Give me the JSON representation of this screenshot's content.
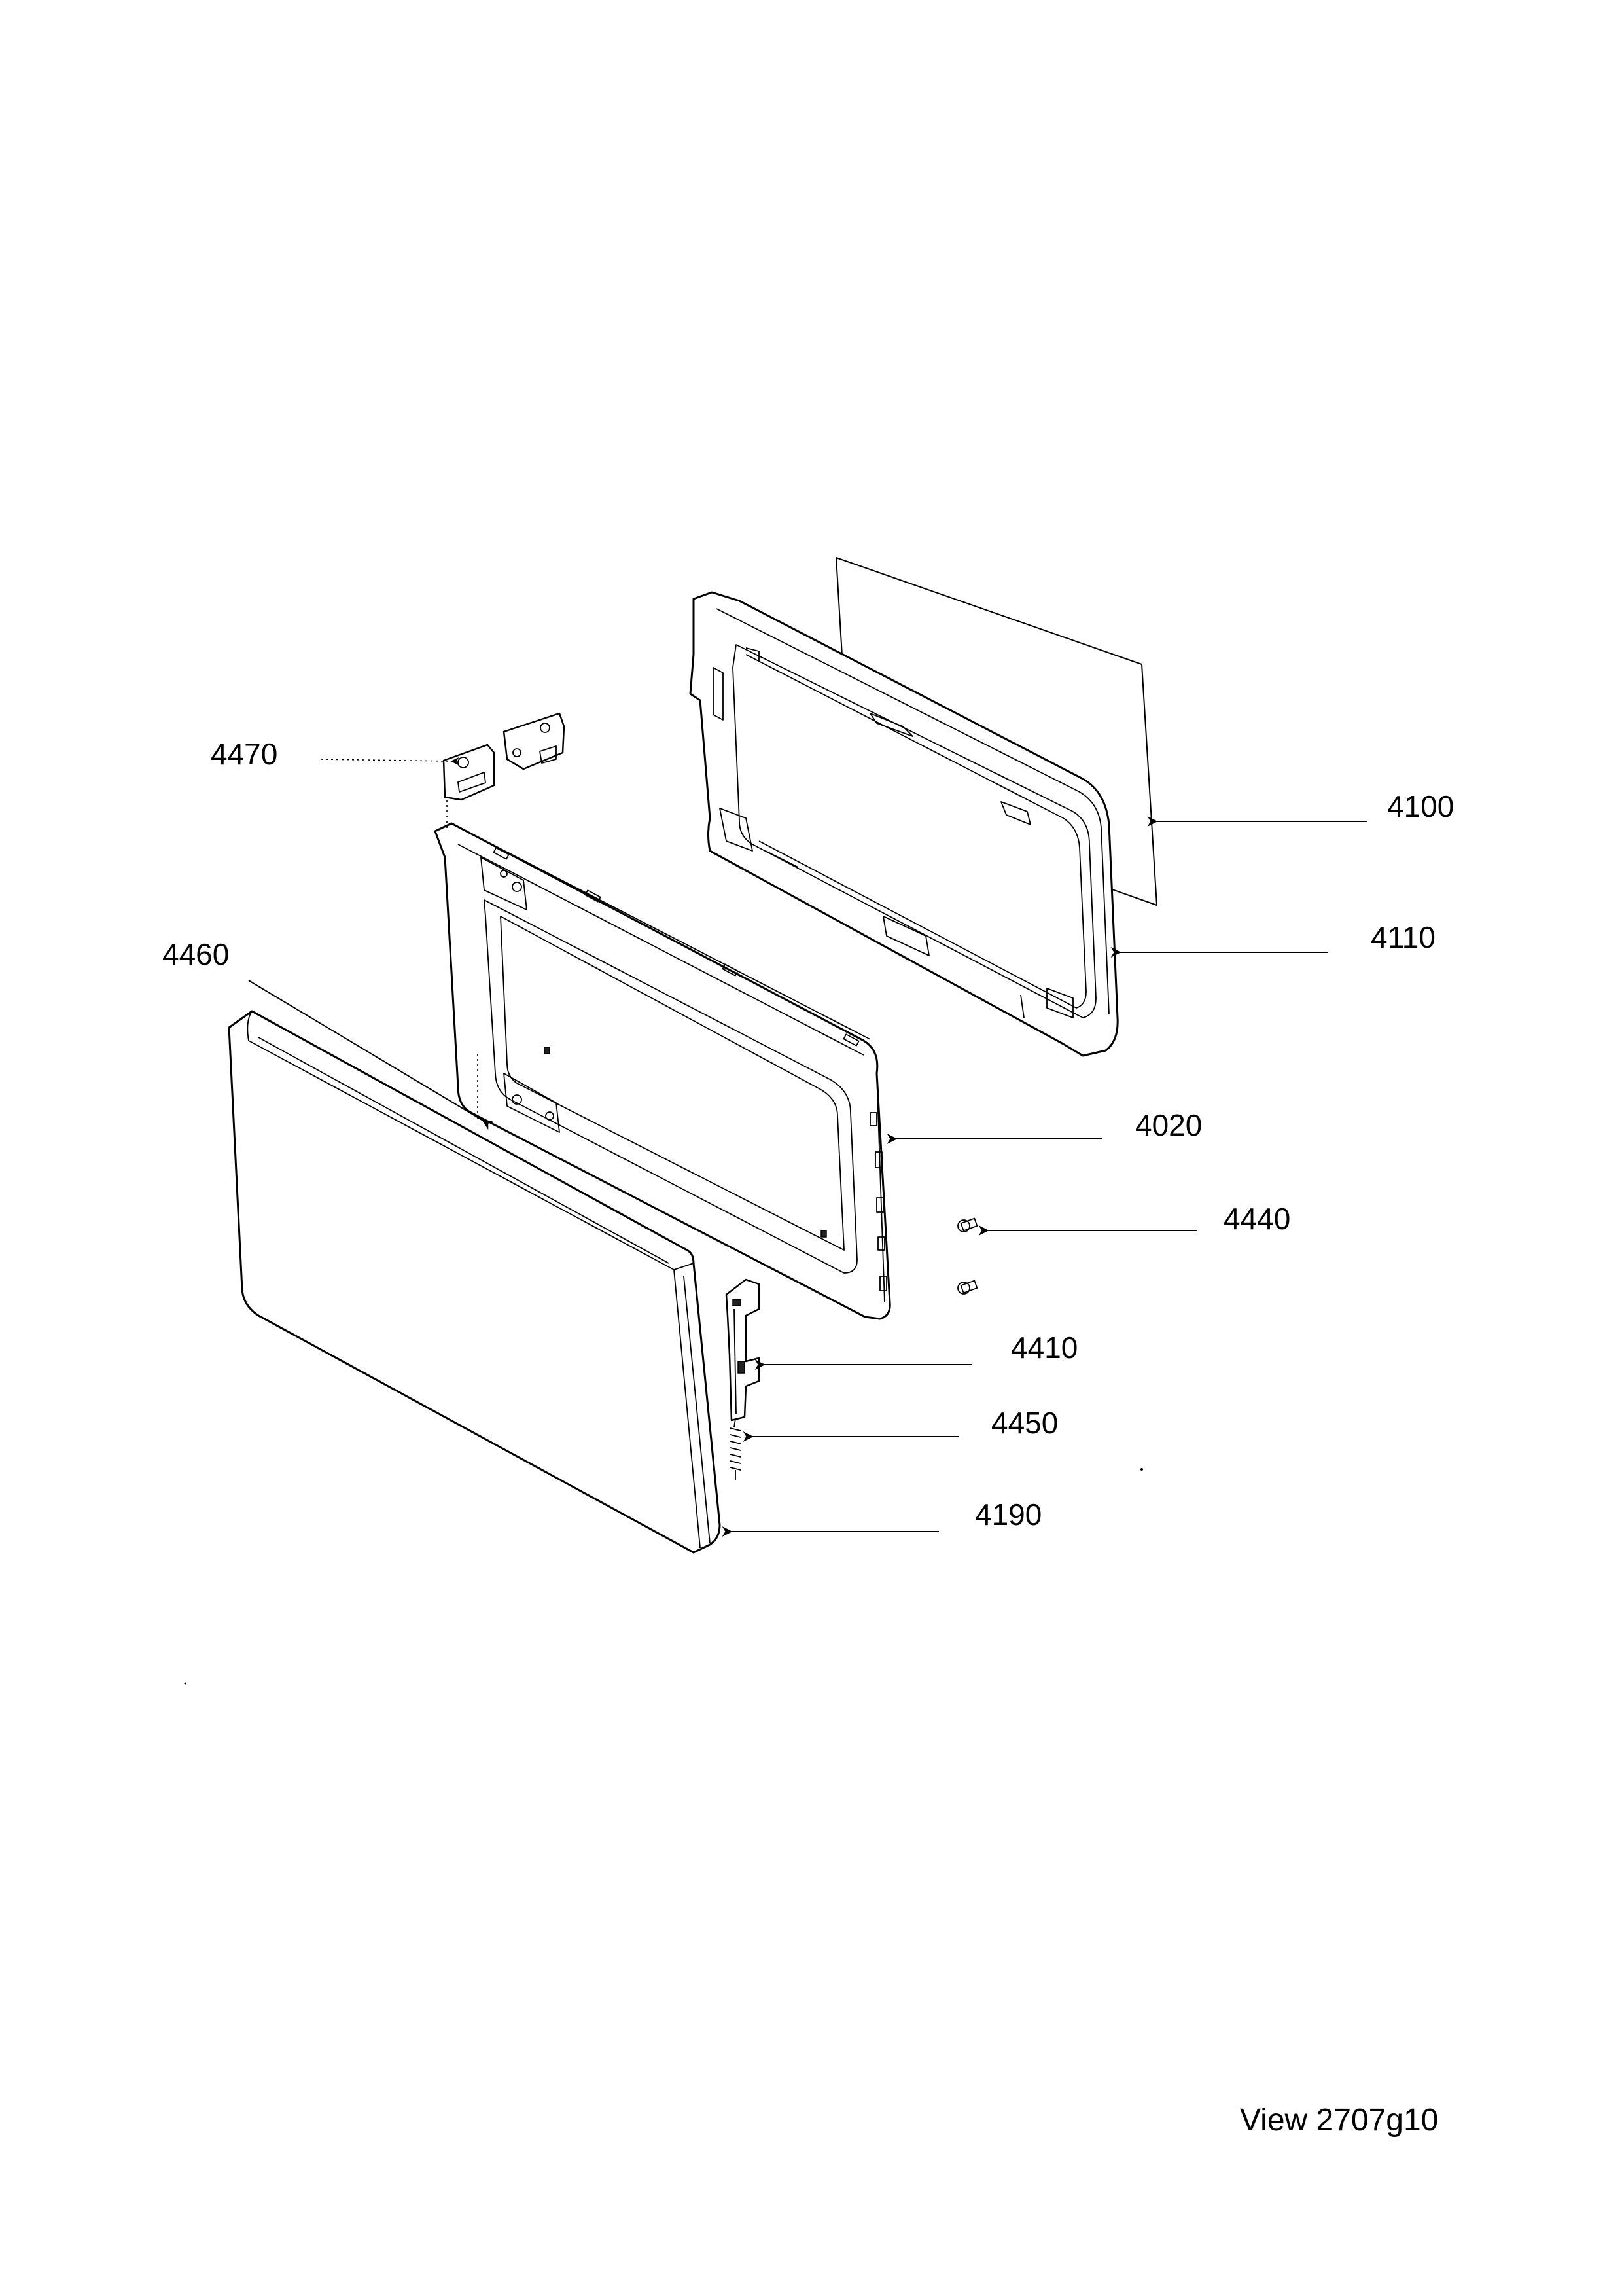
{
  "parts": [
    {
      "id": "4470",
      "label": "4470"
    },
    {
      "id": "4460",
      "label": "4460"
    },
    {
      "id": "4100",
      "label": "4100"
    },
    {
      "id": "4110",
      "label": "4110"
    },
    {
      "id": "4020",
      "label": "4020"
    },
    {
      "id": "4440",
      "label": "4440"
    },
    {
      "id": "4410",
      "label": "4410"
    },
    {
      "id": "4450",
      "label": "4450"
    },
    {
      "id": "4190",
      "label": "4190"
    }
  ],
  "view_label": "View 2707g10"
}
